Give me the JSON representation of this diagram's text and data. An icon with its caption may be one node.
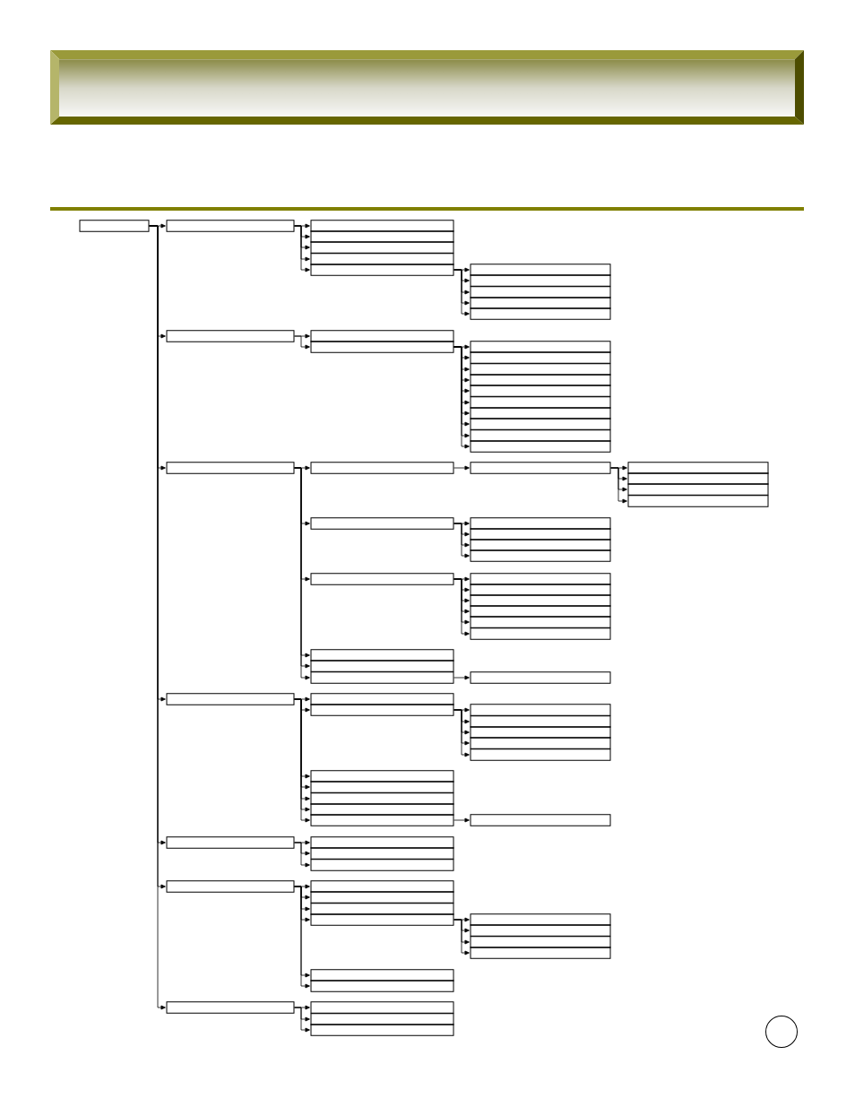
{
  "diagram": {
    "nodes": [
      {
        "text": [],
        "shape": "box"
      },
      {
        "text": [],
        "shape": "box"
      },
      {
        "text": [],
        "shape": "box"
      },
      {
        "text": [],
        "shape": "box"
      },
      {
        "text": [],
        "shape": "box"
      },
      {
        "text": [],
        "shape": "box"
      },
      {
        "text": [],
        "shape": "box"
      },
      {
        "text": [],
        "shape": "box"
      },
      {
        "text": [],
        "shape": "box"
      },
      {
        "text": [],
        "shape": "box"
      },
      {
        "text": [],
        "shape": "box"
      },
      {
        "text": [],
        "shape": "box"
      },
      {
        "text": [],
        "shape": "box"
      },
      {
        "text": [],
        "shape": "box"
      },
      {
        "text": [],
        "shape": "box"
      },
      {
        "text": [],
        "shape": "box"
      },
      {
        "text": [],
        "shape": "box"
      },
      {
        "text": [],
        "shape": "box"
      },
      {
        "text": [],
        "shape": "box"
      },
      {
        "text": [],
        "shape": "box"
      },
      {
        "text": [],
        "shape": "box"
      },
      {
        "text": [],
        "shape": "box"
      },
      {
        "text": [],
        "shape": "box"
      },
      {
        "text": [],
        "shape": "box"
      },
      {
        "text": [],
        "shape": "box"
      },
      {
        "text": [],
        "shape": "box"
      },
      {
        "text": [],
        "shape": "box"
      },
      {
        "text": [],
        "shape": "box"
      },
      {
        "text": [],
        "shape": "box"
      },
      {
        "text": [],
        "shape": "box"
      },
      {
        "text": [],
        "shape": "box"
      },
      {
        "text": [],
        "shape": "box"
      },
      {
        "text": [],
        "shape": "box"
      },
      {
        "text": [],
        "shape": "box"
      },
      {
        "text": [],
        "shape": "box"
      },
      {
        "text": [],
        "shape": "box"
      },
      {
        "text": [],
        "shape": "box"
      },
      {
        "text": [],
        "shape": "box"
      },
      {
        "text": [],
        "shape": "box"
      },
      {
        "text": [],
        "shape": "box"
      },
      {
        "text": [],
        "shape": "box"
      },
      {
        "text": [],
        "shape": "box"
      },
      {
        "text": [],
        "shape": "box"
      },
      {
        "text": [],
        "shape": "box"
      },
      {
        "text": [],
        "shape": "box"
      },
      {
        "text": [],
        "shape": "box"
      },
      {
        "text": [],
        "shape": "box"
      },
      {
        "text": [],
        "shape": "box"
      },
      {
        "text": [],
        "shape": "box"
      },
      {
        "text": [],
        "shape": "box"
      },
      {
        "text": [],
        "shape": "box"
      },
      {
        "text": [],
        "shape": "box"
      },
      {
        "text": [],
        "shape": "box"
      },
      {
        "text": [],
        "shape": "box"
      },
      {
        "text": [],
        "shape": "box"
      },
      {
        "text": [],
        "shape": "box"
      },
      {
        "text": [],
        "shape": "box"
      },
      {
        "text": [],
        "shape": "box"
      },
      {
        "text": [],
        "shape": "box"
      },
      {
        "text": [],
        "shape": "box"
      },
      {
        "text": [],
        "shape": "box"
      },
      {
        "text": [],
        "shape": "box"
      },
      {
        "text": [],
        "shape": "box"
      },
      {
        "text": [],
        "shape": "box"
      },
      {
        "text": [],
        "shape": "box"
      },
      {
        "text": [],
        "shape": "box"
      },
      {
        "text": [],
        "shape": "box"
      },
      {
        "text": [],
        "shape": "box"
      },
      {
        "text": [],
        "shape": "box"
      },
      {
        "text": [],
        "shape": "box"
      },
      {
        "text": [],
        "shape": "box"
      },
      {
        "text": [],
        "shape": "box"
      },
      {
        "text": [],
        "shape": "box"
      },
      {
        "text": [],
        "shape": "box"
      },
      {
        "text": [],
        "shape": "box"
      },
      {
        "text": [],
        "shape": "box"
      },
      {
        "text": [],
        "shape": "box"
      },
      {
        "text": [],
        "shape": "box"
      },
      {
        "text": [],
        "shape": "box"
      },
      {
        "text": [],
        "shape": "box"
      },
      {
        "text": [],
        "shape": "box"
      }
    ],
    "edges": [
      {
        "from": 0,
        "to": 1,
        "arrow": "to"
      },
      {
        "from": 0,
        "to": 12,
        "arrow": "to"
      },
      {
        "from": 0,
        "to": 25,
        "arrow": "to"
      },
      {
        "from": 0,
        "to": 48,
        "arrow": "to"
      },
      {
        "from": 0,
        "to": 62,
        "arrow": "to"
      },
      {
        "from": 0,
        "to": 66,
        "arrow": "to"
      },
      {
        "from": 0,
        "to": 77,
        "arrow": "to"
      },
      {
        "from": 1,
        "to": 2,
        "arrow": "to"
      },
      {
        "from": 1,
        "to": 3,
        "arrow": "to"
      },
      {
        "from": 1,
        "to": 4,
        "arrow": "to"
      },
      {
        "from": 1,
        "to": 5,
        "arrow": "to"
      },
      {
        "from": 1,
        "to": 6,
        "arrow": "to"
      },
      {
        "from": 6,
        "to": 7,
        "arrow": "to"
      },
      {
        "from": 6,
        "to": 8,
        "arrow": "to"
      },
      {
        "from": 6,
        "to": 9,
        "arrow": "to"
      },
      {
        "from": 6,
        "to": 10,
        "arrow": "to"
      },
      {
        "from": 6,
        "to": 11,
        "arrow": "to"
      },
      {
        "from": 12,
        "to": 13,
        "arrow": "to"
      },
      {
        "from": 12,
        "to": 14,
        "arrow": "to"
      },
      {
        "from": 14,
        "to": 15,
        "arrow": "to"
      },
      {
        "from": 14,
        "to": 16,
        "arrow": "to"
      },
      {
        "from": 14,
        "to": 17,
        "arrow": "to"
      },
      {
        "from": 14,
        "to": 18,
        "arrow": "to"
      },
      {
        "from": 14,
        "to": 19,
        "arrow": "to"
      },
      {
        "from": 14,
        "to": 20,
        "arrow": "to"
      },
      {
        "from": 14,
        "to": 21,
        "arrow": "to"
      },
      {
        "from": 14,
        "to": 22,
        "arrow": "to"
      },
      {
        "from": 14,
        "to": 23,
        "arrow": "to"
      },
      {
        "from": 14,
        "to": 24,
        "arrow": "to"
      },
      {
        "from": 25,
        "to": 26,
        "arrow": "to"
      },
      {
        "from": 25,
        "to": 32,
        "arrow": "to"
      },
      {
        "from": 25,
        "to": 37,
        "arrow": "to"
      },
      {
        "from": 25,
        "to": 44,
        "arrow": "to"
      },
      {
        "from": 25,
        "to": 45,
        "arrow": "to"
      },
      {
        "from": 25,
        "to": 46,
        "arrow": "to"
      },
      {
        "from": 26,
        "to": 27,
        "arrow": "to"
      },
      {
        "from": 27,
        "to": 28,
        "arrow": "to"
      },
      {
        "from": 27,
        "to": 29,
        "arrow": "to"
      },
      {
        "from": 27,
        "to": 30,
        "arrow": "to"
      },
      {
        "from": 27,
        "to": 31,
        "arrow": "to"
      },
      {
        "from": 32,
        "to": 33,
        "arrow": "to"
      },
      {
        "from": 32,
        "to": 34,
        "arrow": "to"
      },
      {
        "from": 32,
        "to": 35,
        "arrow": "to"
      },
      {
        "from": 32,
        "to": 36,
        "arrow": "to"
      },
      {
        "from": 37,
        "to": 38,
        "arrow": "to"
      },
      {
        "from": 37,
        "to": 39,
        "arrow": "to"
      },
      {
        "from": 37,
        "to": 40,
        "arrow": "to"
      },
      {
        "from": 37,
        "to": 41,
        "arrow": "to"
      },
      {
        "from": 37,
        "to": 42,
        "arrow": "to"
      },
      {
        "from": 37,
        "to": 43,
        "arrow": "to"
      },
      {
        "from": 46,
        "to": 47,
        "arrow": "to"
      },
      {
        "from": 48,
        "to": 49,
        "arrow": "to"
      },
      {
        "from": 48,
        "to": 50,
        "arrow": "to"
      },
      {
        "from": 48,
        "to": 56,
        "arrow": "to"
      },
      {
        "from": 48,
        "to": 57,
        "arrow": "to"
      },
      {
        "from": 48,
        "to": 58,
        "arrow": "to"
      },
      {
        "from": 48,
        "to": 59,
        "arrow": "to"
      },
      {
        "from": 48,
        "to": 60,
        "arrow": "to"
      },
      {
        "from": 50,
        "to": 51,
        "arrow": "to"
      },
      {
        "from": 50,
        "to": 52,
        "arrow": "to"
      },
      {
        "from": 50,
        "to": 53,
        "arrow": "to"
      },
      {
        "from": 50,
        "to": 54,
        "arrow": "to"
      },
      {
        "from": 50,
        "to": 55,
        "arrow": "to"
      },
      {
        "from": 60,
        "to": 61,
        "arrow": "to"
      },
      {
        "from": 62,
        "to": 63,
        "arrow": "to"
      },
      {
        "from": 62,
        "to": 64,
        "arrow": "to"
      },
      {
        "from": 62,
        "to": 65,
        "arrow": "to"
      },
      {
        "from": 66,
        "to": 67,
        "arrow": "to"
      },
      {
        "from": 66,
        "to": 68,
        "arrow": "to"
      },
      {
        "from": 66,
        "to": 69,
        "arrow": "to"
      },
      {
        "from": 66,
        "to": 70,
        "arrow": "to"
      },
      {
        "from": 66,
        "to": 75,
        "arrow": "to"
      },
      {
        "from": 66,
        "to": 76,
        "arrow": "to"
      },
      {
        "from": 70,
        "to": 71,
        "arrow": "to"
      },
      {
        "from": 70,
        "to": 72,
        "arrow": "to"
      },
      {
        "from": 70,
        "to": 73,
        "arrow": "to"
      },
      {
        "from": 70,
        "to": 74,
        "arrow": "to"
      },
      {
        "from": 77,
        "to": 78,
        "arrow": "to"
      },
      {
        "from": 77,
        "to": 79,
        "arrow": "to"
      },
      {
        "from": 77,
        "to": 80,
        "arrow": "to"
      }
    ]
  }
}
